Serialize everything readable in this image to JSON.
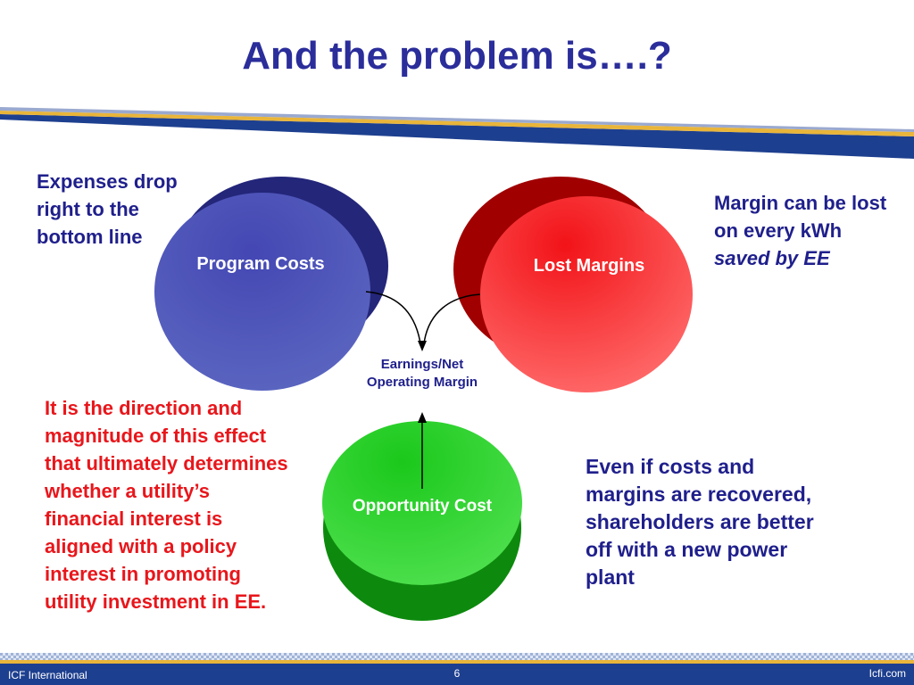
{
  "slide": {
    "title": "And the problem is….?",
    "colors": {
      "title": "#2a2d9a",
      "blue_text": "#1f1f8c",
      "red_text": "#e8161b",
      "band_navy": "#1d3f8f",
      "band_gold": "#e9b53a",
      "circle_blue": "#3b3ea4",
      "circle_red": "#f0282b",
      "circle_green": "#2fd02f"
    }
  },
  "diagram": {
    "circles": [
      {
        "id": "program-costs",
        "label": "Program Costs"
      },
      {
        "id": "lost-margins",
        "label": "Lost Margins"
      },
      {
        "id": "opportunity-cost",
        "label": "Opportunity Cost"
      }
    ],
    "center_label": "Earnings/Net Operating Margin"
  },
  "notes": {
    "expenses": "Expenses drop right to the bottom line",
    "margin_prefix": "Margin can be lost on every kWh ",
    "margin_emphasis": "saved by EE",
    "direction": "It is the direction and magnitude of this effect that ultimately determines whether a utility’s financial interest is aligned with a policy interest in promoting utility investment in EE.",
    "even": "Even if costs and margins are recovered, shareholders are better off with a new power plant"
  },
  "footer": {
    "left": "ICF International",
    "page": "6",
    "right": "Icfi.com"
  }
}
